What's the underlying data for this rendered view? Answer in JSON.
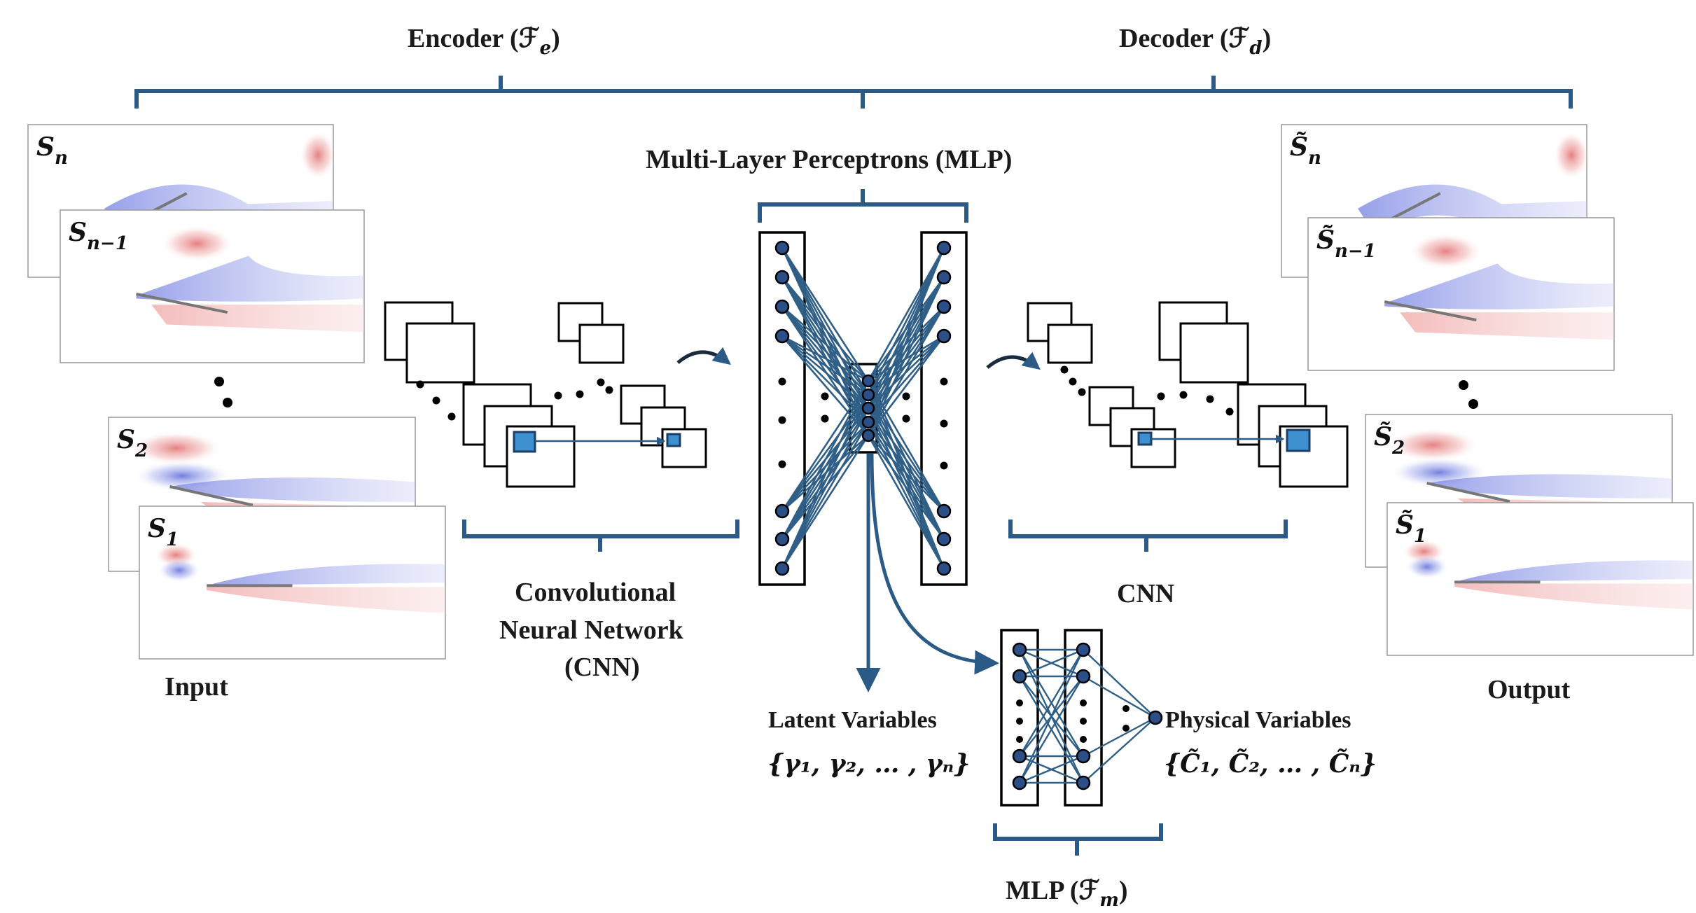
{
  "colors": {
    "bracket": "#2c5a86",
    "connection": "#2f5f86",
    "node_fill": "#2b4f86",
    "feature_fill": "#3d8fcf",
    "flow_red": "#e58a8a",
    "flow_blue": "#6f7fe0",
    "plate": "#777777",
    "text": "#1a1a1a"
  },
  "labels": {
    "encoder": "Encoder (ℱ",
    "encoder_sub": "e",
    "decoder": "Decoder (ℱ",
    "decoder_sub": "d",
    "mlp_top": "Multi-Layer Perceptrons (MLP)",
    "cnn_left_line1": "Convolutional",
    "cnn_left_line2": "Neural Network",
    "cnn_left_line3": "(CNN)",
    "cnn_right": "CNN",
    "input": "Input",
    "output": "Output",
    "latent_title": "Latent Variables",
    "latent_set": "{γ₁, γ₂, … , γₙ}",
    "physical_title": "Physical Variables",
    "physical_set": "{C̃₁, C̃₂, … , C̃ₙ}",
    "mlp_bottom": "MLP (ℱ",
    "mlp_bottom_sub": "m"
  },
  "input_frames": [
    {
      "name": "S",
      "sub": "n"
    },
    {
      "name": "S",
      "sub": "n−1"
    },
    {
      "name": "S",
      "sub": "2"
    },
    {
      "name": "S",
      "sub": "1"
    }
  ],
  "output_frames": [
    {
      "name": "S̃",
      "sub": "n"
    },
    {
      "name": "S̃",
      "sub": "n−1"
    },
    {
      "name": "S̃",
      "sub": "2"
    },
    {
      "name": "S̃",
      "sub": "1"
    }
  ]
}
